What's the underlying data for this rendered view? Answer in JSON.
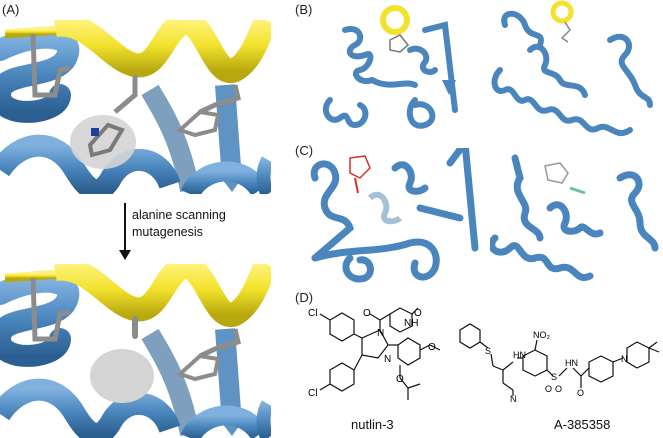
{
  "figure": {
    "panels": [
      {
        "id": "A",
        "label": "(A)",
        "description": "Close-up of helix (yellow) binding into protein (blue) pocket with side chains; highlighted residue in grey ellipse"
      },
      {
        "id": "B",
        "label": "(B)",
        "description": "Two protein–peptide complexes, yellow helix on blue ribbon"
      },
      {
        "id": "C",
        "label": "(C)",
        "description": "Two protein–small-molecule complexes, ligand in stick representation"
      },
      {
        "id": "D",
        "label": "(D)",
        "description": "Chemical structures of small-molecule inhibitors"
      }
    ],
    "arrow_annotation": {
      "line1": "alanine scanning",
      "line2": "mutagenesis"
    },
    "molecules": [
      {
        "name": "nutlin-3",
        "atom_labels": [
          "Cl",
          "Cl",
          "N",
          "N",
          "N",
          "NH",
          "O",
          "O",
          "O",
          "O"
        ]
      },
      {
        "name": "A-385358",
        "atom_labels": [
          "S",
          "H",
          "N",
          "NO2",
          "H",
          "N",
          "S",
          "O",
          "O",
          "O",
          "N",
          "N"
        ]
      }
    ],
    "colors": {
      "protein_blue": "#4a86bd",
      "protein_blue_dark": "#2f6496",
      "helix_yellow": "#f2e22c",
      "sidechain_grey": "#8c8c8c",
      "highlight_ellipse": "#d4d4d4",
      "nitrogen_blue": "#1f3f9e",
      "oxygen_red": "#d93030"
    }
  }
}
